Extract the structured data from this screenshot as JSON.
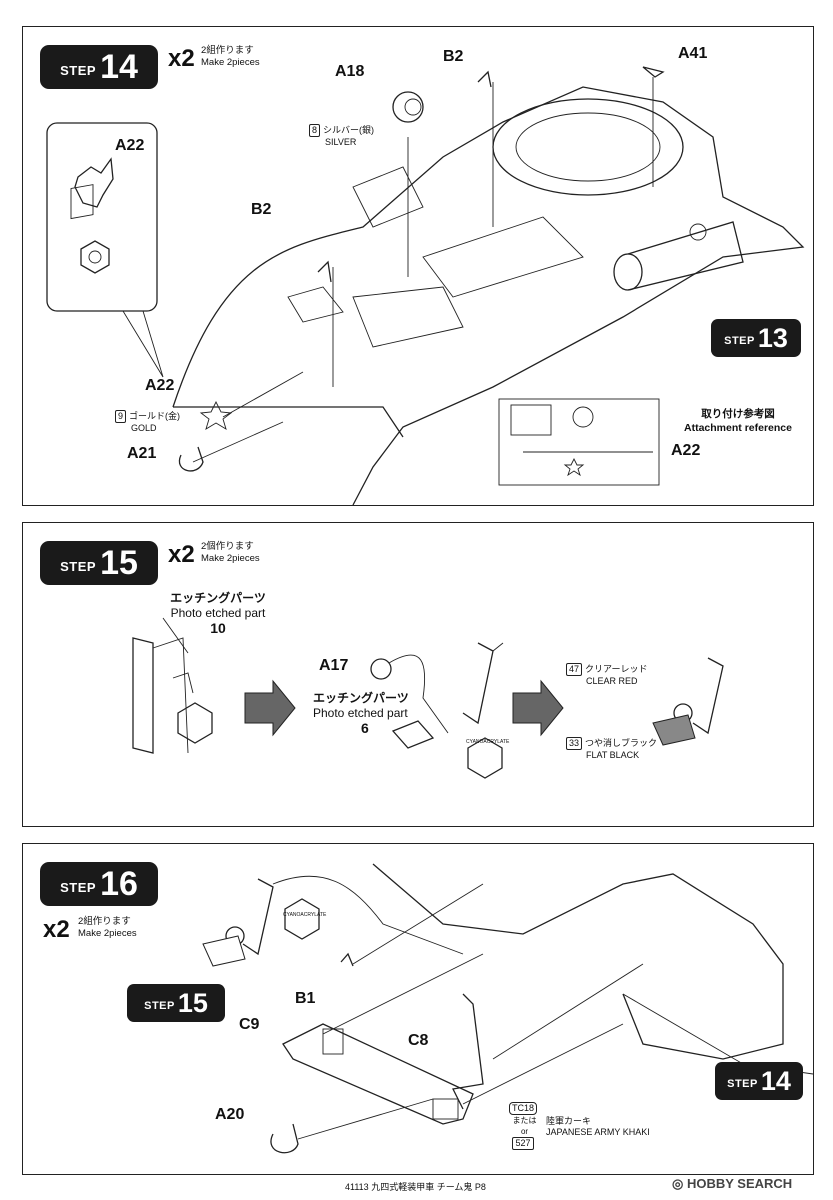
{
  "step14": {
    "badge_word": "STEP",
    "badge_num": "14",
    "multiplier": "x2",
    "make_jp": "2組作ります",
    "make_en": "Make 2pieces",
    "parts": {
      "a18": "A18",
      "b2_top": "B2",
      "a41": "A41",
      "a22_inset": "A22",
      "b2_left": "B2",
      "a22": "A22",
      "a21": "A21",
      "a22_ref": "A22"
    },
    "silver": {
      "num": "8",
      "jp": "シルバー(銀)",
      "en": "SILVER"
    },
    "gold": {
      "num": "9",
      "jp": "ゴールド(金)",
      "en": "GOLD"
    },
    "attachment_jp": "取り付け参考図",
    "attachment_en": "Attachment reference",
    "ref_badge_word": "STEP",
    "ref_badge_num": "13"
  },
  "step15": {
    "badge_word": "STEP",
    "badge_num": "15",
    "multiplier": "x2",
    "make_jp": "2個作ります",
    "make_en": "Make 2pieces",
    "pe_jp_1": "エッチングパーツ",
    "pe_en_1": "Photo etched part",
    "pe_num_1": "10",
    "a17": "A17",
    "pe_jp_2": "エッチングパーツ",
    "pe_en_2": "Photo etched part",
    "pe_num_2": "6",
    "cyano": "CYANOACRYLATE",
    "clear_red": {
      "num": "47",
      "jp": "クリアーレッド",
      "en": "CLEAR RED"
    },
    "flat_black": {
      "num": "33",
      "jp": "つや消しブラック",
      "en": "FLAT BLACK"
    }
  },
  "step16": {
    "badge_word": "STEP",
    "badge_num": "16",
    "multiplier": "x2",
    "make_jp": "2組作ります",
    "make_en": "Make 2pieces",
    "cyano": "CYANOACRYLATE",
    "step15_ref_word": "STEP",
    "step15_ref_num": "15",
    "step14_ref_word": "STEP",
    "step14_ref_num": "14",
    "b1": "B1",
    "c9": "C9",
    "c8": "C8",
    "a20": "A20",
    "paint_tc": "TC18",
    "paint_or_jp": "または",
    "paint_or_en": "or",
    "paint_alt": "527",
    "khaki_jp": "陸軍カーキ",
    "khaki_en": "JAPANESE ARMY KHAKI"
  },
  "footer": {
    "text": "41113 九四式軽装甲車 チーム鬼 P8",
    "watermark": "HOBBY SEARCH"
  }
}
